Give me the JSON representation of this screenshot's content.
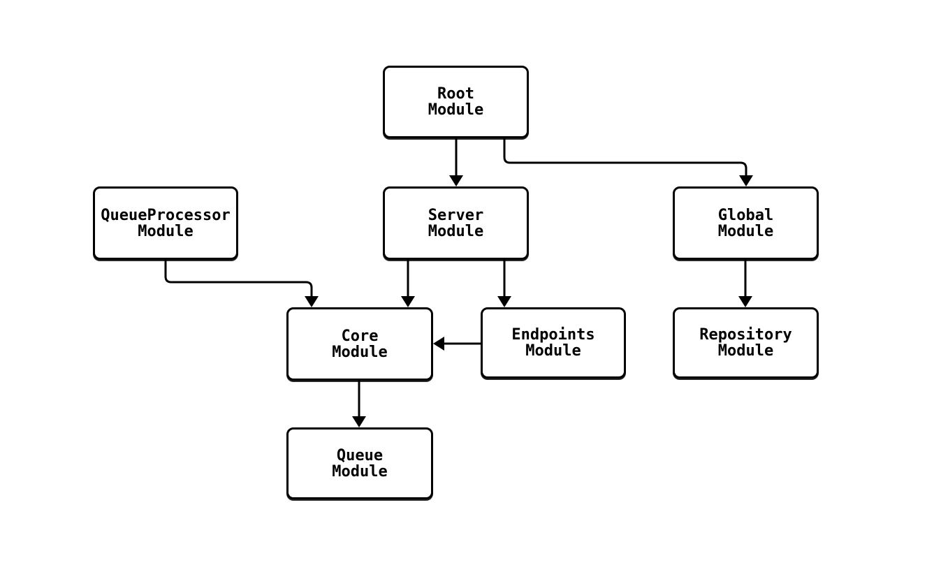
{
  "diagram": {
    "type": "module-dependency-flowchart",
    "background_color": "#ffffff",
    "node_fill": "#ffffff",
    "node_border_color": "#000000",
    "edge_color": "#000000",
    "text_color": "#000000",
    "nodes": [
      {
        "id": "root",
        "lines": [
          "Root",
          "Module"
        ]
      },
      {
        "id": "queueprocessor",
        "lines": [
          "QueueProcessor",
          "Module"
        ]
      },
      {
        "id": "server",
        "lines": [
          "Server",
          "Module"
        ]
      },
      {
        "id": "global",
        "lines": [
          "Global",
          "Module"
        ]
      },
      {
        "id": "core",
        "lines": [
          "Core",
          "Module"
        ]
      },
      {
        "id": "endpoints",
        "lines": [
          "Endpoints",
          "Module"
        ]
      },
      {
        "id": "repository",
        "lines": [
          "Repository",
          "Module"
        ]
      },
      {
        "id": "queue",
        "lines": [
          "Queue",
          "Module"
        ]
      }
    ],
    "edges": [
      {
        "from": "root",
        "to": "server"
      },
      {
        "from": "root",
        "to": "global"
      },
      {
        "from": "queueprocessor",
        "to": "core"
      },
      {
        "from": "server",
        "to": "core"
      },
      {
        "from": "server",
        "to": "endpoints"
      },
      {
        "from": "endpoints",
        "to": "core"
      },
      {
        "from": "core",
        "to": "queue"
      },
      {
        "from": "global",
        "to": "repository"
      }
    ]
  }
}
